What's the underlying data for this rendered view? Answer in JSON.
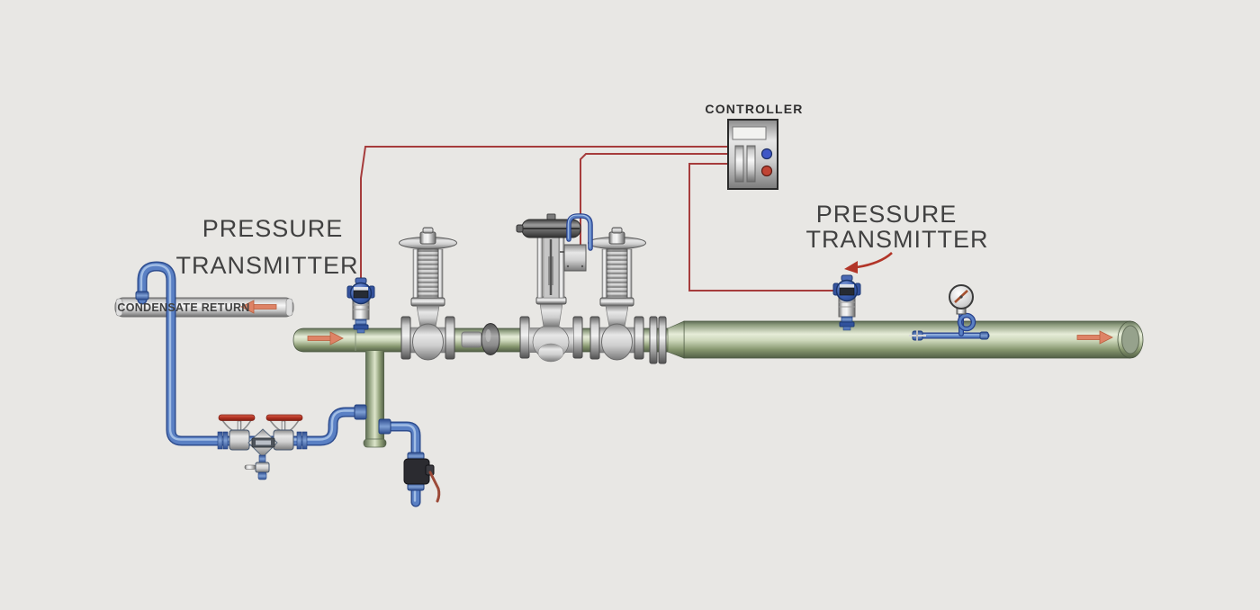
{
  "labels": {
    "controller": "CONTROLLER",
    "pressure_left_line1": "PRESSURE",
    "pressure_left_line2": "TRANSMITTER",
    "pressure_right_line1": "PRESSURE",
    "pressure_right_line2": "TRANSMITTER",
    "condensate_return": "CONDENSATE RETURN"
  },
  "colors": {
    "background": "#e8e7e4",
    "label_text": "#414141",
    "signal_line": "#a63c3c",
    "flow_arrow": "#de8366",
    "pipe_green": "#b5c3a6",
    "pipe_blue": "#5a80c4",
    "pipe_silver": "#d9d9d9",
    "valve_handle_red": "#b5382a",
    "controller_button_blue": "#3f57c6",
    "controller_button_red": "#c04434",
    "annotation_arrow_red": "#b23528"
  }
}
